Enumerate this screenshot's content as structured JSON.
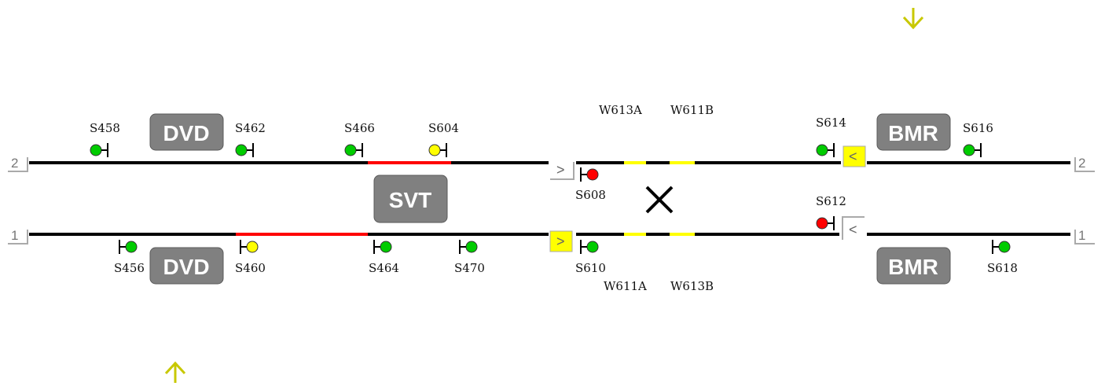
{
  "colors": {
    "track": "#000000",
    "occupied": "#ff0000",
    "switch": "#ffff00",
    "signal_green": "#00cc00",
    "signal_red": "#ff0000",
    "signal_yellow": "#ffff00",
    "station_bg": "#808080",
    "approach_arrow": "#c8c800",
    "indicator_bg": "#ffff00"
  },
  "stations": {
    "dvd_top": "DVD",
    "dvd_bottom": "DVD",
    "svt": "SVT",
    "bmr_top": "BMR",
    "bmr_bottom": "BMR"
  },
  "track_numbers": {
    "top_left": "2",
    "top_right": "2",
    "bottom_left": "1",
    "bottom_right": "1"
  },
  "signals": {
    "s458": {
      "label": "S458",
      "aspect": "green"
    },
    "s462": {
      "label": "S462",
      "aspect": "green"
    },
    "s466": {
      "label": "S466",
      "aspect": "green"
    },
    "s604": {
      "label": "S604",
      "aspect": "yellow"
    },
    "s608": {
      "label": "S608",
      "aspect": "red"
    },
    "s614": {
      "label": "S614",
      "aspect": "green"
    },
    "s616": {
      "label": "S616",
      "aspect": "green"
    },
    "s612": {
      "label": "S612",
      "aspect": "red"
    },
    "s456": {
      "label": "S456",
      "aspect": "green"
    },
    "s460": {
      "label": "S460",
      "aspect": "yellow"
    },
    "s464": {
      "label": "S464",
      "aspect": "green"
    },
    "s470": {
      "label": "S470",
      "aspect": "green"
    },
    "s610": {
      "label": "S610",
      "aspect": "green"
    },
    "s618": {
      "label": "S618",
      "aspect": "green"
    }
  },
  "switches": {
    "w613a": "W613A",
    "w611b": "W611B",
    "w611a": "W611A",
    "w613b": "W613B"
  },
  "route_indicators": {
    "top_entry": ">",
    "top_exit": "<",
    "bottom_entry": ">",
    "bottom_exit": "<"
  },
  "approach_arrows": {
    "top": "down",
    "bottom": "up"
  }
}
